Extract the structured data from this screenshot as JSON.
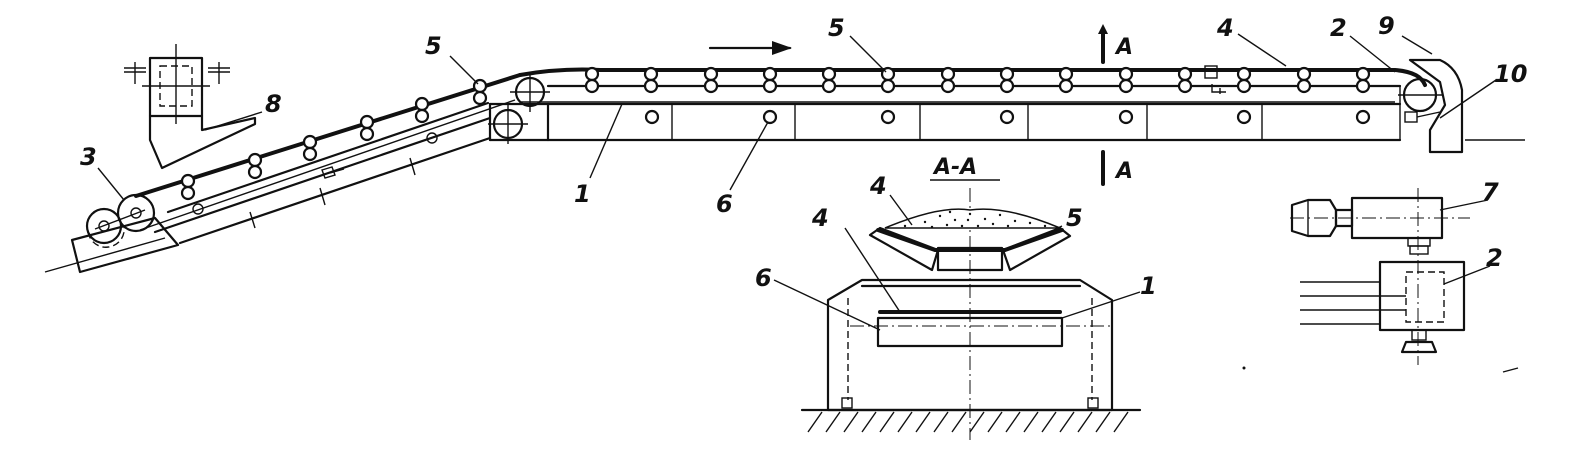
{
  "labels": {
    "frame": "1",
    "drive_drum": "2",
    "tail_drum": "3",
    "belt": "4",
    "upper_roller": "5",
    "lower_roller": "6",
    "drive": "7",
    "loading_hopper": "8",
    "discharge_chute": "9",
    "cleaner": "10"
  },
  "section": {
    "mark": "A",
    "title": "A-A"
  }
}
